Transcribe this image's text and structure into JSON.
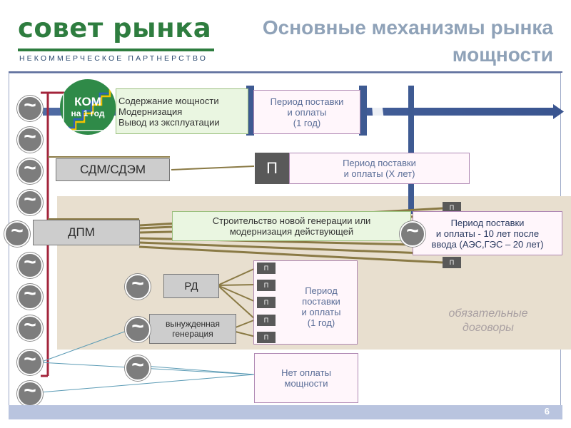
{
  "header": {
    "logo_title": "совет рынка",
    "logo_subtitle": "НЕКОММЕРЧЕСКОЕ ПАРТНЕРСТВО",
    "title_line1": "Основные механизмы рынка",
    "title_line2": "мощности"
  },
  "kom": {
    "line1": "КОМ",
    "line2": "на 1 год"
  },
  "kom_box": {
    "line1": "Содержание мощности",
    "line2": "Модернизация",
    "line3": "Вывод из эксплуатации"
  },
  "kom_period": {
    "line1": "Период поставки",
    "line2": "и оплаты",
    "line3": "(1 год)"
  },
  "sdm": {
    "label": "СДМ/СДЭМ",
    "p_label": "П",
    "period_line1": "Период поставки",
    "period_line2": "и оплаты (Х лет)"
  },
  "dpm": {
    "label": "ДПМ",
    "construction_line1": "Строительство новой генерации или",
    "construction_line2": "модернизация действующей",
    "period_line1": "Период поставки",
    "period_line2": "и оплаты - 10 лет после",
    "period_line3": "ввода (АЭС,ГЭС – 20 лет)",
    "p_label": "П"
  },
  "rd": {
    "label": "РД"
  },
  "forced": {
    "line1": "вынужденная",
    "line2": "генерация"
  },
  "small_p_label": "П",
  "year_period": {
    "line1": "Период",
    "line2": "поставки",
    "line3": "и оплаты",
    "line4": "(1 год)"
  },
  "obligatory": {
    "line1": "обязательные",
    "line2": "договоры"
  },
  "no_payment": {
    "line1": "Нет оплаты",
    "line2": "мощности"
  },
  "generator_symbol": "~",
  "page_number": "6",
  "colors": {
    "brand_green": "#2e7d3f",
    "title_gray": "#8fa2b8",
    "timeline_blue": "#3e5a92",
    "bus_red": "#a3243b",
    "contract_line": "#8a7a45",
    "generator_gray": "#7d7d7d"
  }
}
